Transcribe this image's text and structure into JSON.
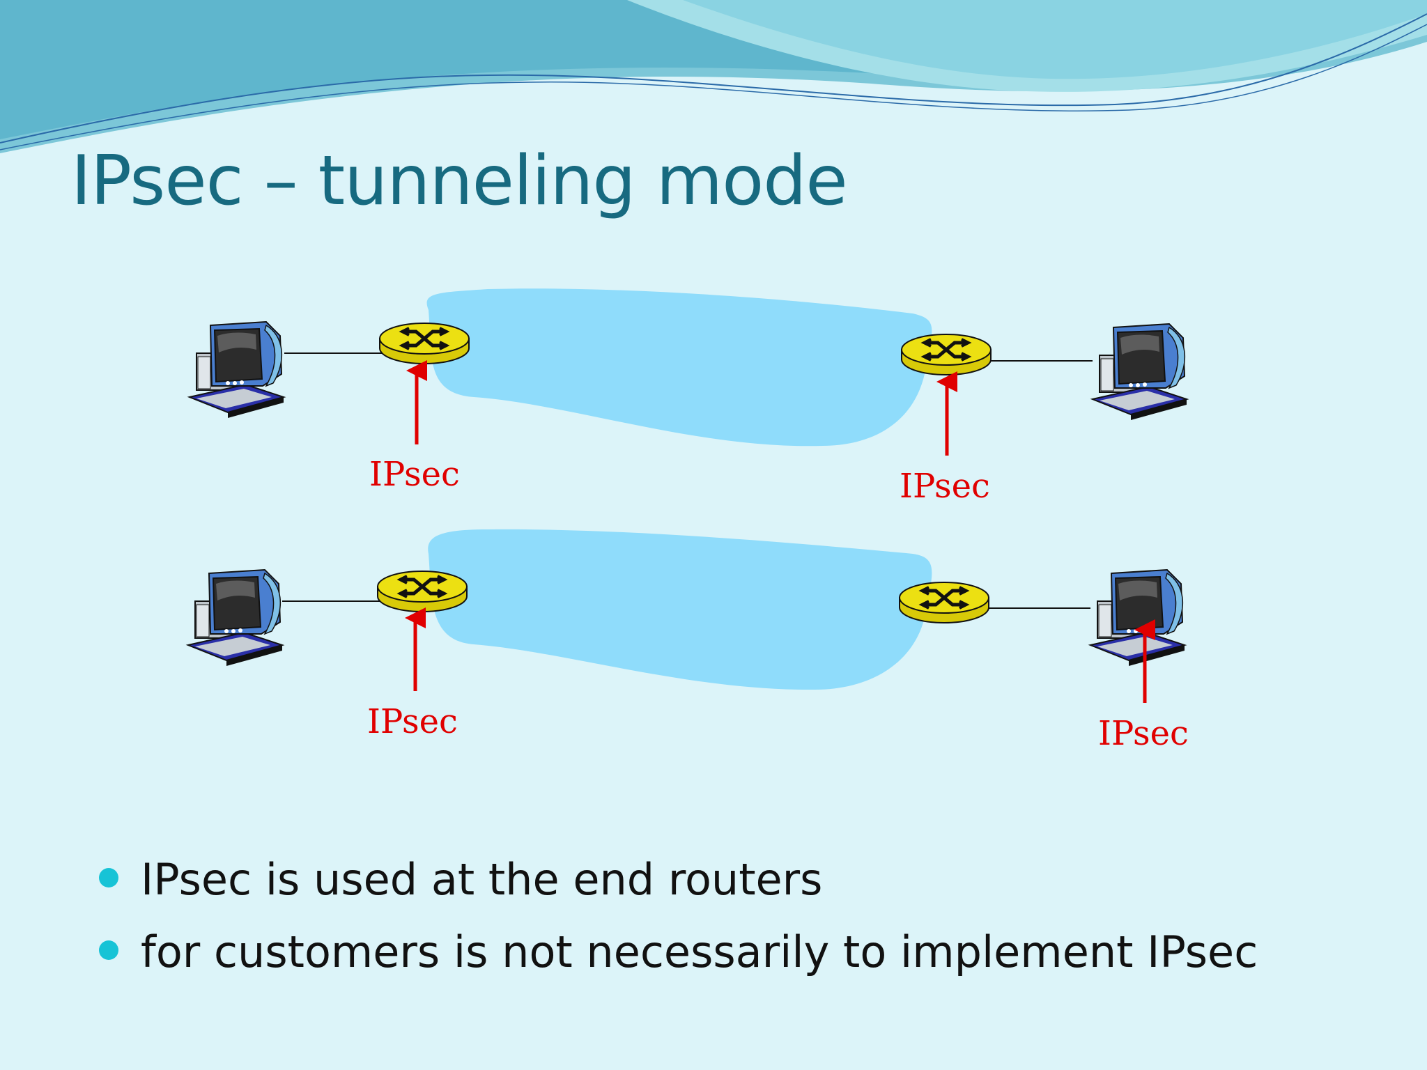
{
  "slide": {
    "title": "IPsec – tunneling mode"
  },
  "diagrams": [
    {
      "labels": [
        "IPsec",
        "IPsec"
      ]
    },
    {
      "labels": [
        "IPsec",
        "IPsec"
      ]
    }
  ],
  "bullets": [
    "IPsec is used at the end routers",
    "for customers is not necessarily to implement IPsec"
  ],
  "colors": {
    "title": "#176a80",
    "background": "#dcf4f9",
    "tunnel": "#8fdcfb",
    "router": "#e6d80a",
    "arrow": "#e00000",
    "bullet": "#17c3d6"
  }
}
